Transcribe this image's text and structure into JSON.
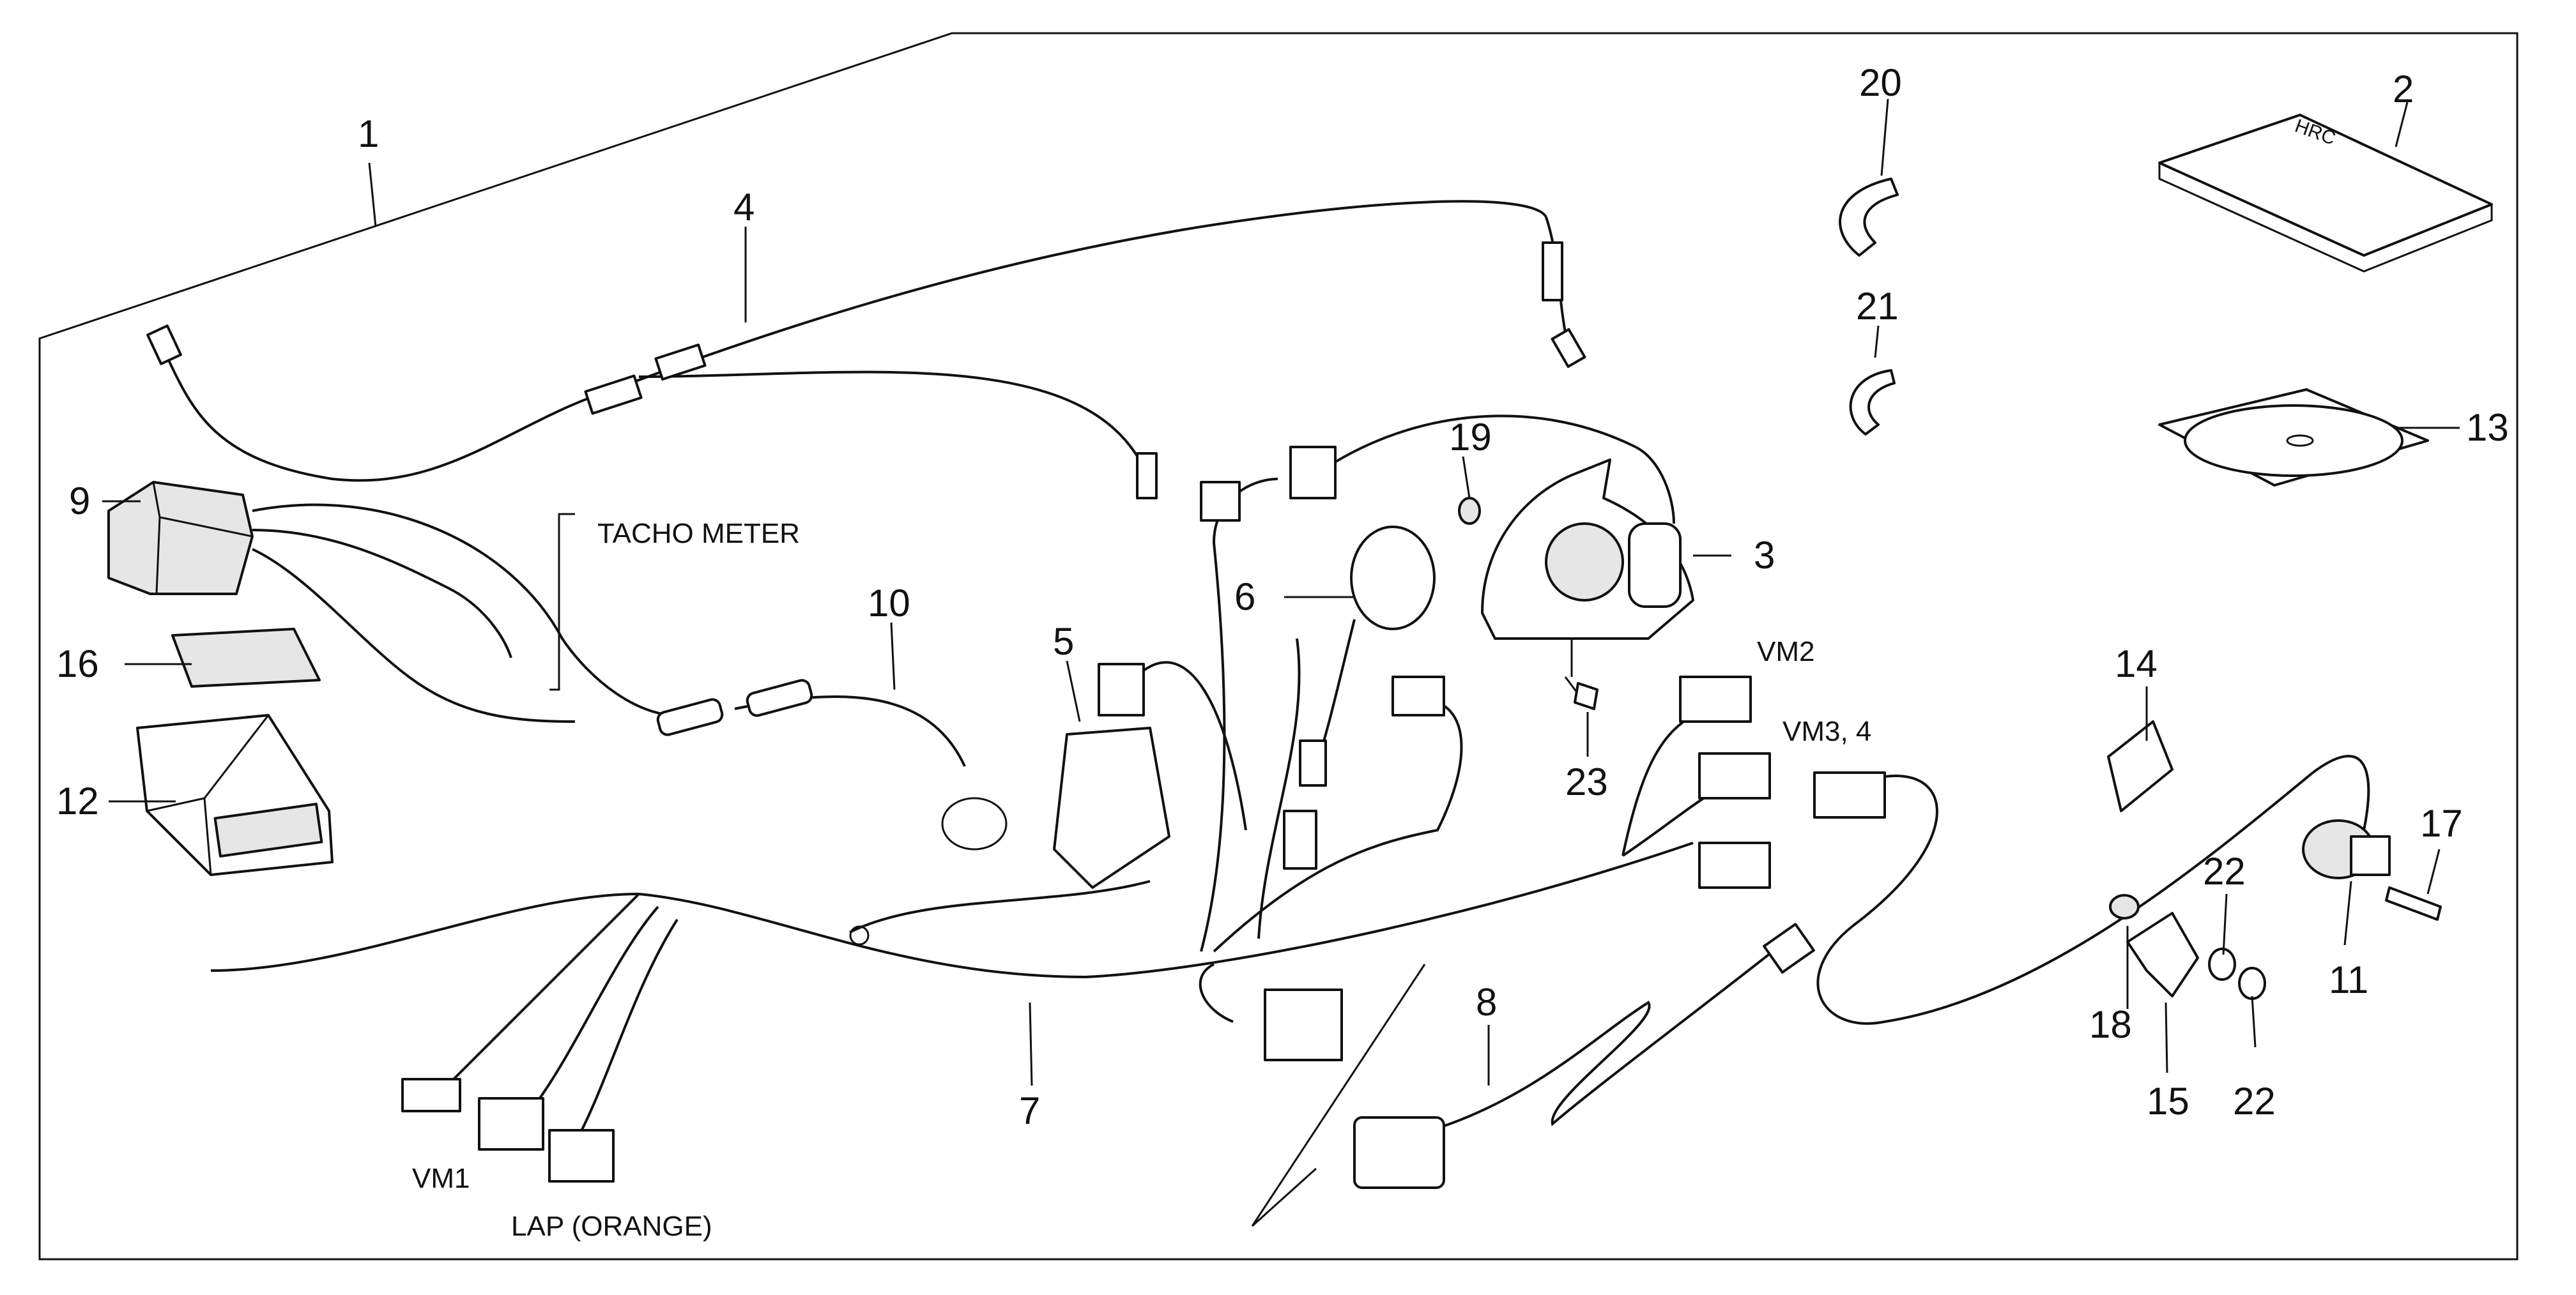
{
  "diagram": {
    "part_numbers": [
      "1",
      "2",
      "3",
      "4",
      "5",
      "6",
      "7",
      "8",
      "9",
      "10",
      "11",
      "12",
      "13",
      "14",
      "15",
      "16",
      "17",
      "18",
      "19",
      "20",
      "21",
      "22",
      "22",
      "23"
    ],
    "labels": {
      "tacho_meter": "TACHO METER",
      "vm1": "VM1",
      "vm2": "VM2",
      "vm34": "VM3, 4",
      "lap": "LAP (ORANGE)"
    },
    "logo_text": "HRC"
  }
}
